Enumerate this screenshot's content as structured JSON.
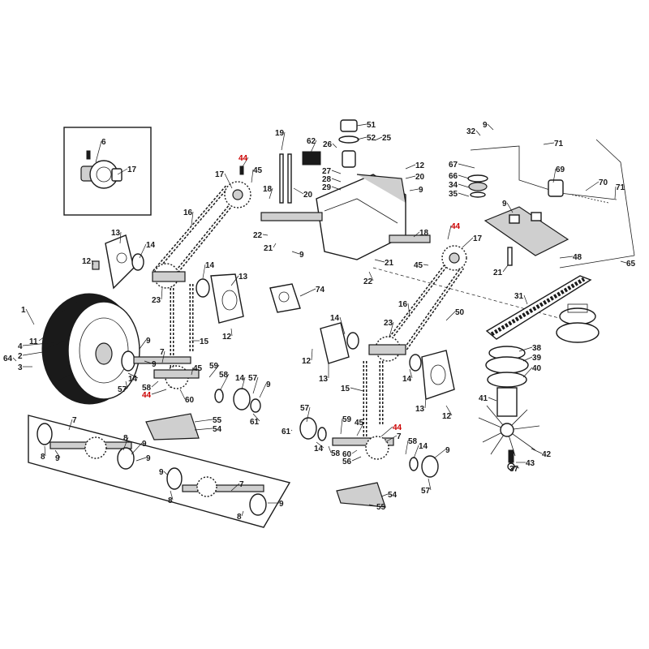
{
  "colors": {
    "ink": "#1a1a1a",
    "highlight": "#cc0000",
    "background": "#ffffff"
  },
  "callouts": [
    {
      "id": "c1",
      "text": "1"
    },
    {
      "id": "c2a",
      "text": "2"
    },
    {
      "id": "c3",
      "text": "3"
    },
    {
      "id": "c4",
      "text": "4"
    },
    {
      "id": "c64",
      "text": "64"
    },
    {
      "id": "c11",
      "text": "11"
    },
    {
      "id": "c6",
      "text": "6"
    },
    {
      "id": "c17a",
      "text": "17"
    },
    {
      "id": "c13a",
      "text": "13"
    },
    {
      "id": "c14a",
      "text": "14"
    },
    {
      "id": "c12a",
      "text": "12"
    },
    {
      "id": "c16a",
      "text": "16"
    },
    {
      "id": "c17b",
      "text": "17"
    },
    {
      "id": "c44a",
      "text": "44",
      "hl": true
    },
    {
      "id": "c45a",
      "text": "45"
    },
    {
      "id": "c19",
      "text": "19"
    },
    {
      "id": "c62",
      "text": "62"
    },
    {
      "id": "c18a",
      "text": "18"
    },
    {
      "id": "c20a",
      "text": "20"
    },
    {
      "id": "c51",
      "text": "51"
    },
    {
      "id": "c52",
      "text": "52"
    },
    {
      "id": "c25",
      "text": "25"
    },
    {
      "id": "c26",
      "text": "26"
    },
    {
      "id": "c27",
      "text": "27"
    },
    {
      "id": "c28",
      "text": "28"
    },
    {
      "id": "c29",
      "text": "29"
    },
    {
      "id": "c12b",
      "text": "12"
    },
    {
      "id": "c20b",
      "text": "20"
    },
    {
      "id": "c9a",
      "text": "9"
    },
    {
      "id": "c22a",
      "text": "22"
    },
    {
      "id": "c21a",
      "text": "21"
    },
    {
      "id": "c9b",
      "text": "9"
    },
    {
      "id": "c23a",
      "text": "23"
    },
    {
      "id": "c14b",
      "text": "14"
    },
    {
      "id": "c13b",
      "text": "13"
    },
    {
      "id": "c15a",
      "text": "15"
    },
    {
      "id": "c12c",
      "text": "12"
    },
    {
      "id": "c74",
      "text": "74"
    },
    {
      "id": "c9c",
      "text": "9"
    },
    {
      "id": "c32",
      "text": "32"
    },
    {
      "id": "c71a",
      "text": "71"
    },
    {
      "id": "c67",
      "text": "67"
    },
    {
      "id": "c66",
      "text": "66"
    },
    {
      "id": "c34",
      "text": "34"
    },
    {
      "id": "c35",
      "text": "35"
    },
    {
      "id": "c69",
      "text": "69"
    },
    {
      "id": "c70",
      "text": "70"
    },
    {
      "id": "c71b",
      "text": "71"
    },
    {
      "id": "c9d",
      "text": "9"
    },
    {
      "id": "c48",
      "text": "48"
    },
    {
      "id": "c21b",
      "text": "21"
    },
    {
      "id": "c65",
      "text": "65"
    },
    {
      "id": "c44b",
      "text": "44",
      "hl": true
    },
    {
      "id": "c18b",
      "text": "18"
    },
    {
      "id": "c17c",
      "text": "17"
    },
    {
      "id": "c45b",
      "text": "45"
    },
    {
      "id": "c21c",
      "text": "21"
    },
    {
      "id": "c22b",
      "text": "22"
    },
    {
      "id": "c31",
      "text": "31"
    },
    {
      "id": "c16b",
      "text": "16"
    },
    {
      "id": "c50",
      "text": "50"
    },
    {
      "id": "c14c",
      "text": "14"
    },
    {
      "id": "c23b",
      "text": "23"
    },
    {
      "id": "c12d",
      "text": "12"
    },
    {
      "id": "c13c",
      "text": "13"
    },
    {
      "id": "c14d",
      "text": "14"
    },
    {
      "id": "c15b",
      "text": "15"
    },
    {
      "id": "c13d",
      "text": "13"
    },
    {
      "id": "c12e",
      "text": "12"
    },
    {
      "id": "c38",
      "text": "38"
    },
    {
      "id": "c39",
      "text": "39"
    },
    {
      "id": "c40",
      "text": "40"
    },
    {
      "id": "c41",
      "text": "41"
    },
    {
      "id": "c42",
      "text": "42"
    },
    {
      "id": "c43",
      "text": "43"
    },
    {
      "id": "c37",
      "text": "37"
    },
    {
      "id": "c9e",
      "text": "9"
    },
    {
      "id": "c7a",
      "text": "7"
    },
    {
      "id": "c45c",
      "text": "45"
    },
    {
      "id": "c59a",
      "text": "59"
    },
    {
      "id": "c58a",
      "text": "58"
    },
    {
      "id": "c14e",
      "text": "14"
    },
    {
      "id": "c57a",
      "text": "57"
    },
    {
      "id": "c9f",
      "text": "9"
    },
    {
      "id": "c61a",
      "text": "61"
    },
    {
      "id": "c60a",
      "text": "60"
    },
    {
      "id": "c58b",
      "text": "58"
    },
    {
      "id": "c44c",
      "text": "44",
      "hl": true
    },
    {
      "id": "c57b",
      "text": "57"
    },
    {
      "id": "c14f",
      "text": "14"
    },
    {
      "id": "c9g",
      "text": "9"
    },
    {
      "id": "c55a",
      "text": "55"
    },
    {
      "id": "c54a",
      "text": "54"
    },
    {
      "id": "c7b",
      "text": "7"
    },
    {
      "id": "c8a",
      "text": "8"
    },
    {
      "id": "c9h",
      "text": "9"
    },
    {
      "id": "c8b",
      "text": "8"
    },
    {
      "id": "c9i",
      "text": "9"
    },
    {
      "id": "c9j",
      "text": "9"
    },
    {
      "id": "c8c",
      "text": "8"
    },
    {
      "id": "c7c",
      "text": "7"
    },
    {
      "id": "c8d",
      "text": "8"
    },
    {
      "id": "c9k",
      "text": "9"
    },
    {
      "id": "c9l",
      "text": "9"
    },
    {
      "id": "c57c",
      "text": "57"
    },
    {
      "id": "c61b",
      "text": "61"
    },
    {
      "id": "c14g",
      "text": "14"
    },
    {
      "id": "c58c",
      "text": "58"
    },
    {
      "id": "c59b",
      "text": "59"
    },
    {
      "id": "c45d",
      "text": "45"
    },
    {
      "id": "c44d",
      "text": "44",
      "hl": true
    },
    {
      "id": "c7d",
      "text": "7"
    },
    {
      "id": "c60b",
      "text": "60"
    },
    {
      "id": "c56",
      "text": "56"
    },
    {
      "id": "c58d",
      "text": "58"
    },
    {
      "id": "c14h",
      "text": "14"
    },
    {
      "id": "c9m",
      "text": "9"
    },
    {
      "id": "c57d",
      "text": "57"
    },
    {
      "id": "c54b",
      "text": "54"
    },
    {
      "id": "c55b",
      "text": "55"
    }
  ]
}
